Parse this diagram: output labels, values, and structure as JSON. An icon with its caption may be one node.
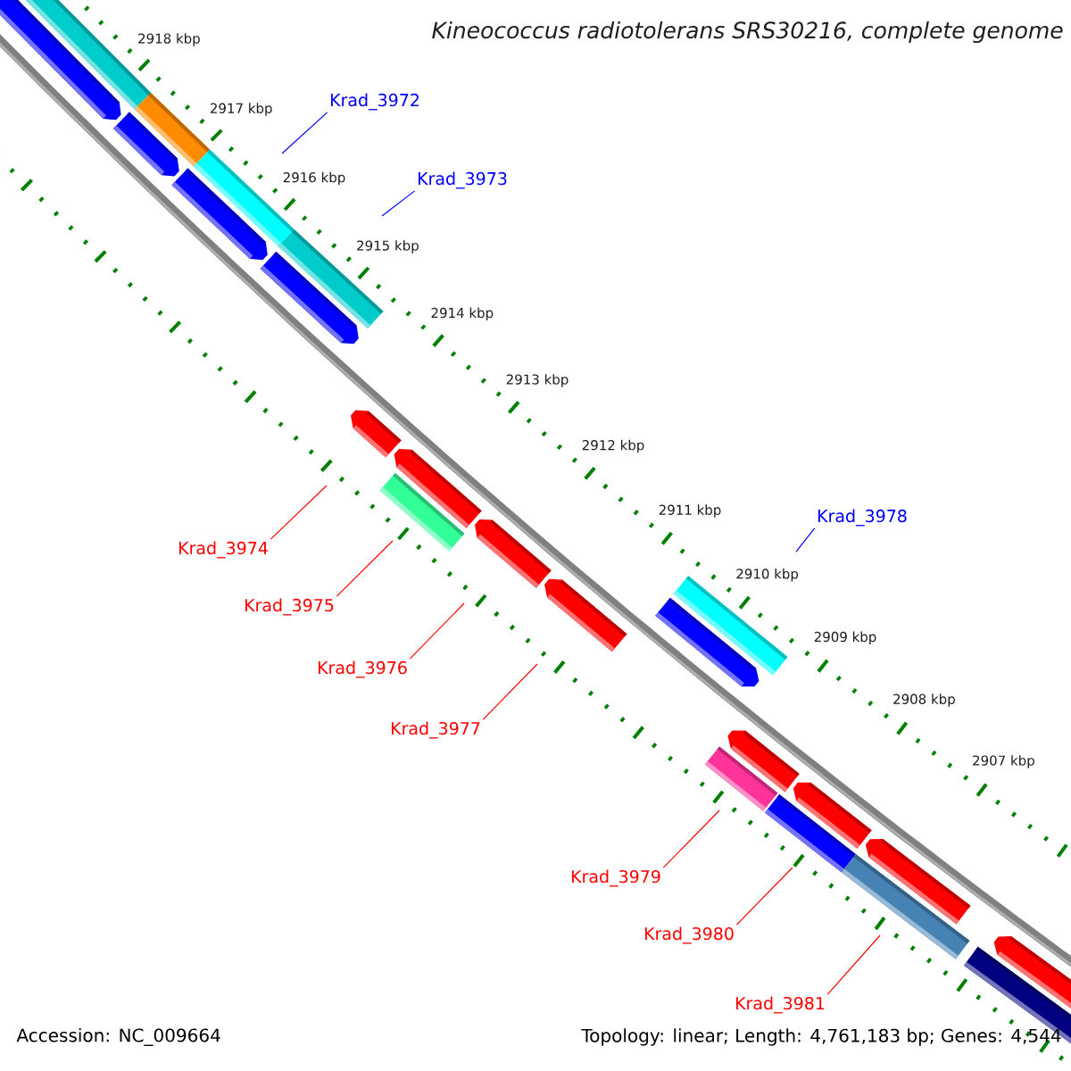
{
  "diagram": {
    "title": "Kineococcus radiotolerans SRS30216, complete genome",
    "nodes": [
      {
        "text": [
          "Krad_3972"
        ]
      },
      {
        "text": [
          "Krad_3973"
        ]
      },
      {
        "text": [
          "Krad_3978"
        ]
      },
      {
        "text": [
          "Krad_3974"
        ]
      },
      {
        "text": [
          "Krad_3975"
        ]
      },
      {
        "text": [
          "Krad_3976"
        ]
      },
      {
        "text": [
          "Krad_3977"
        ]
      },
      {
        "text": [
          "Krad_3979"
        ]
      },
      {
        "text": [
          "Krad_3980"
        ]
      },
      {
        "text": [
          "Krad_3981"
        ]
      }
    ],
    "edges": [
      {
        "from": 0,
        "to": null,
        "arrow": "none",
        "color": "#0000ff"
      },
      {
        "from": 1,
        "to": null,
        "arrow": "none",
        "color": "#0000ff"
      },
      {
        "from": 2,
        "to": null,
        "arrow": "none",
        "color": "#0000ff"
      },
      {
        "from": 3,
        "to": null,
        "arrow": "none"
      },
      {
        "from": 4,
        "to": null,
        "arrow": "none"
      },
      {
        "from": 5,
        "to": null,
        "arrow": "none"
      },
      {
        "from": 6,
        "to": null,
        "arrow": "none"
      },
      {
        "from": 7,
        "to": null,
        "arrow": "none"
      },
      {
        "from": 8,
        "to": null,
        "arrow": "none"
      },
      {
        "from": 9,
        "to": null,
        "arrow": "none"
      }
    ],
    "labels": [
      "2918 kbp",
      "2917 kbp",
      "2916 kbp",
      "2915 kbp",
      "2914 kbp",
      "2913 kbp",
      "2912 kbp",
      "2911 kbp",
      "2910 kbp",
      "2909 kbp",
      "2908 kbp",
      "2907 kbp",
      "Accession: NC_009664",
      "Topology: linear; Length: 4,761,183 bp; Genes: 4,544"
    ]
  }
}
